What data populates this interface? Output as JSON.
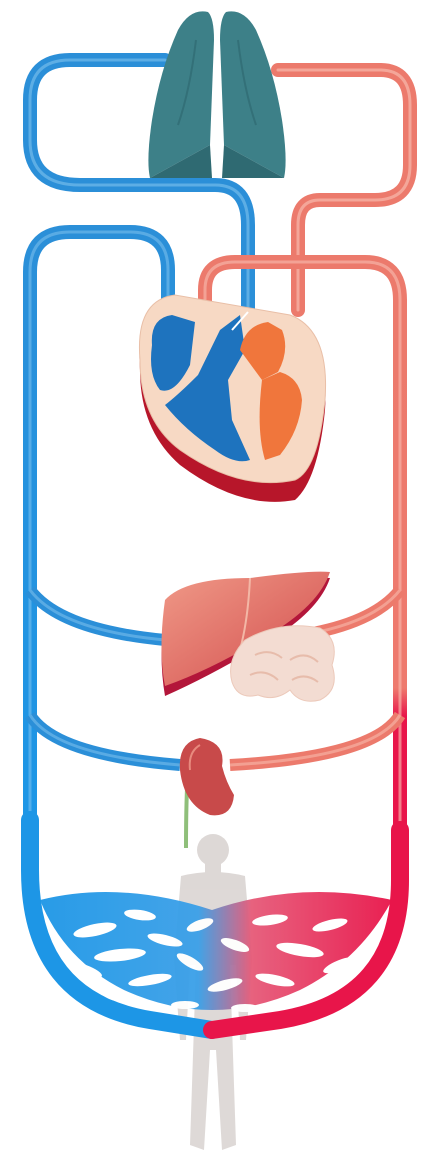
{
  "diagram": {
    "subject": "circulatory-system",
    "organs": [
      "lungs",
      "heart",
      "liver",
      "intestines",
      "kidney",
      "body-silhouette"
    ],
    "vessels": [
      "pulmonary-artery",
      "pulmonary-vein",
      "vena-cava",
      "aorta",
      "hepatic-vessels",
      "renal-vessels",
      "capillary-network"
    ]
  },
  "colors": {
    "deoxygenated": "#2b8fd8",
    "deoxygenated_light": "#7fc3ef",
    "oxygenated": "#ec7a6c",
    "oxygenated_light": "#f8b9ac",
    "arterial_bright": "#e8154a",
    "venous_bright": "#1d96e6",
    "lung": "#3d8088",
    "lung_dark": "#2f6a72",
    "heart_tissue": "#f7d9c4",
    "heart_dark": "#b7162a",
    "liver": "#e06a5e",
    "liver_dark": "#b3163a",
    "intestine": "#f3dcd2",
    "kidney": "#c84a4a",
    "ureter": "#8fbf7a",
    "body": "#d8d2d0"
  }
}
